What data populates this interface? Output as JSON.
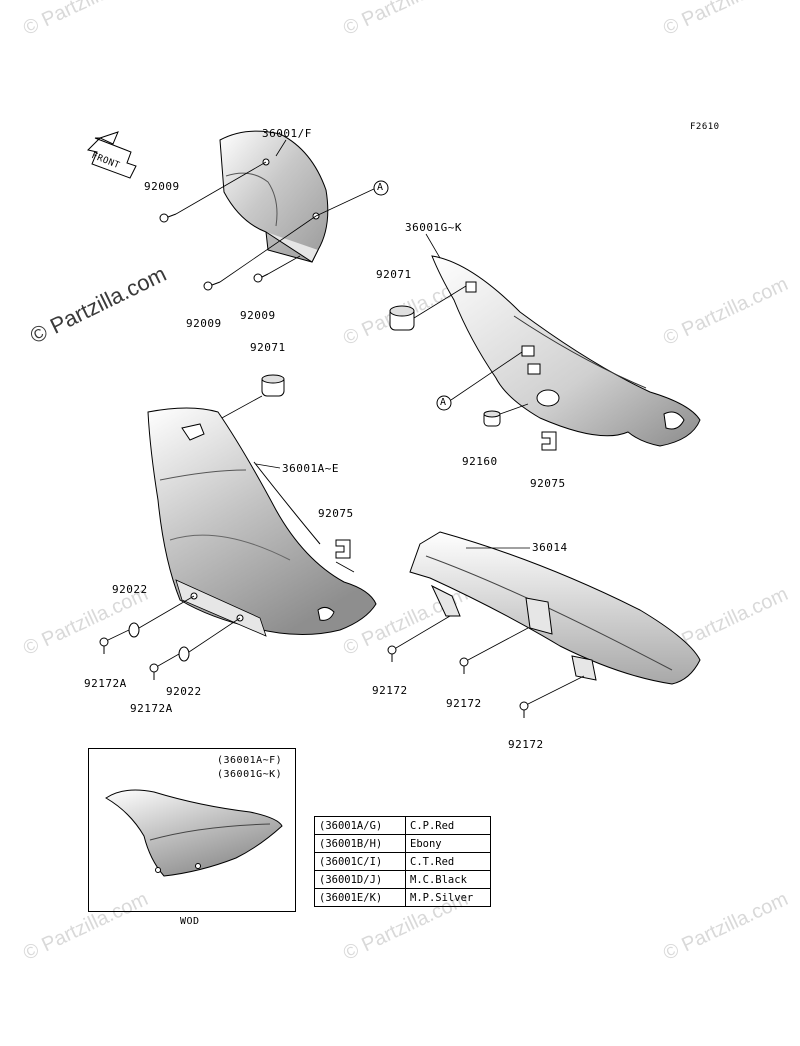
{
  "diagram_id": "F2610",
  "watermark": {
    "main": "© Partzilla.com",
    "repeat": "© Partzilla.com"
  },
  "front_arrow_label": "FRONT",
  "callout_letter": "A",
  "part_labels": {
    "cover_front": "36001/F",
    "bolt_top": "92009",
    "bolt_lower_left": "92009",
    "bolt_lower_right": "92009",
    "side_cover_right": "36001G~K",
    "grommet_right": "92071",
    "grommet_left": "92071",
    "side_cover_left": "36001A~E",
    "damper": "92160",
    "clip_right": "92075",
    "clip_left": "92075",
    "washer_upper": "92022",
    "washer_lower": "92022",
    "bolt_92172a_1": "92172A",
    "bolt_92172a_2": "92172A",
    "chain_cover": "36014",
    "bolt_92172_1": "92172",
    "bolt_92172_2": "92172",
    "bolt_92172_3": "92172"
  },
  "inset": {
    "ref_line1": "(36001A~F)",
    "ref_line2": "(36001G~K)",
    "caption": "WOD"
  },
  "color_table": [
    {
      "code": "(36001A/G)",
      "color": "C.P.Red"
    },
    {
      "code": "(36001B/H)",
      "color": "Ebony"
    },
    {
      "code": "(36001C/I)",
      "color": "C.T.Red"
    },
    {
      "code": "(36001D/J)",
      "color": "M.C.Black"
    },
    {
      "code": "(36001E/K)",
      "color": "M.P.Silver"
    }
  ]
}
